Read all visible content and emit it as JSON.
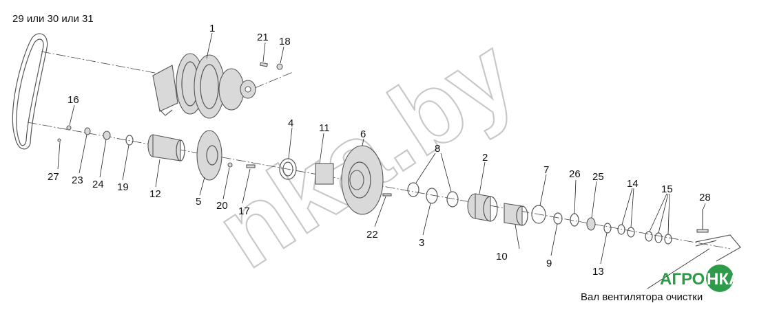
{
  "top_label": "29 или 30 или 31",
  "caption": "Вал вентилятора очистки",
  "watermark": "nka.by",
  "logo": {
    "part1": "АГРО",
    "part2": "НКА"
  },
  "callouts": [
    {
      "id": "c1",
      "text": "1"
    },
    {
      "id": "c2",
      "text": "2"
    },
    {
      "id": "c3",
      "text": "3"
    },
    {
      "id": "c4",
      "text": "4"
    },
    {
      "id": "c5",
      "text": "5"
    },
    {
      "id": "c6",
      "text": "6"
    },
    {
      "id": "c7",
      "text": "7"
    },
    {
      "id": "c8",
      "text": "8"
    },
    {
      "id": "c9",
      "text": "9"
    },
    {
      "id": "c10",
      "text": "10"
    },
    {
      "id": "c11",
      "text": "11"
    },
    {
      "id": "c12",
      "text": "12"
    },
    {
      "id": "c13",
      "text": "13"
    },
    {
      "id": "c14",
      "text": "14"
    },
    {
      "id": "c15",
      "text": "15"
    },
    {
      "id": "c16",
      "text": "16"
    },
    {
      "id": "c17",
      "text": "17"
    },
    {
      "id": "c18",
      "text": "18"
    },
    {
      "id": "c19",
      "text": "19"
    },
    {
      "id": "c20",
      "text": "20"
    },
    {
      "id": "c21",
      "text": "21"
    },
    {
      "id": "c22",
      "text": "22"
    },
    {
      "id": "c23",
      "text": "23"
    },
    {
      "id": "c24",
      "text": "24"
    },
    {
      "id": "c25",
      "text": "25"
    },
    {
      "id": "c26",
      "text": "26"
    },
    {
      "id": "c27",
      "text": "27"
    },
    {
      "id": "c28",
      "text": "28"
    }
  ],
  "colors": {
    "logo_green": "#2e9b4a",
    "line": "#444444",
    "watermark": "#c8c8c8"
  }
}
